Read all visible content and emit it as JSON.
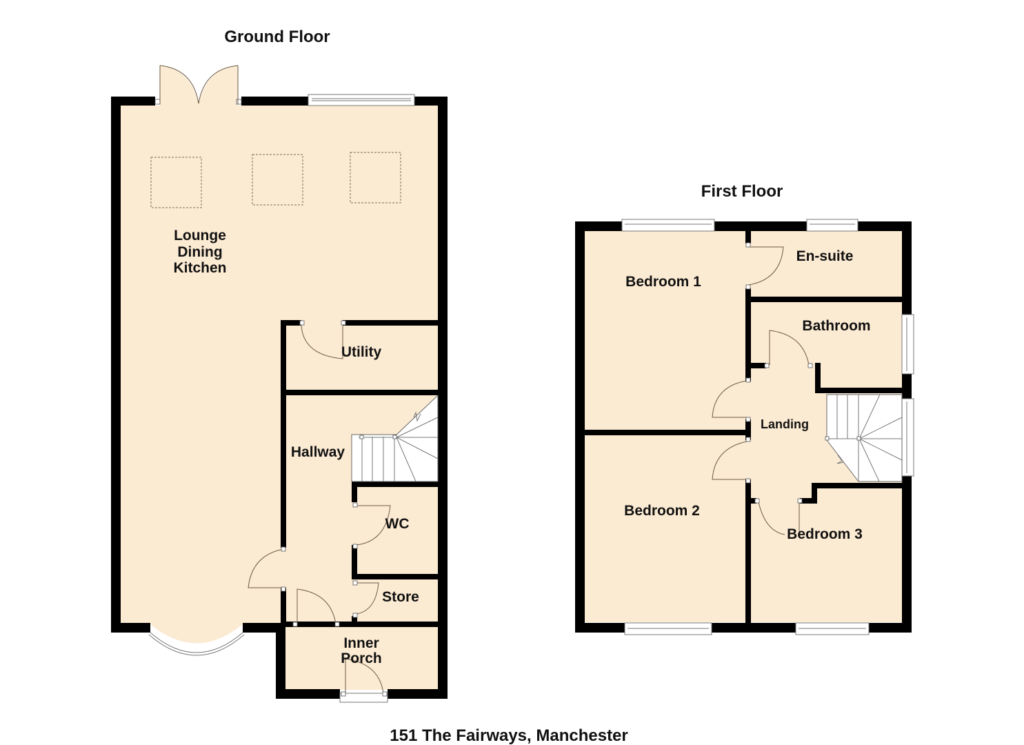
{
  "plan": {
    "address": "151 The Fairways, Manchester",
    "colors": {
      "floor": "#fcebd3",
      "wall": "#000000",
      "background": "#ffffff"
    },
    "ground_floor": {
      "title": "Ground Floor",
      "rooms": {
        "lounge_line1": "Lounge",
        "lounge_line2": "Dining",
        "lounge_line3": "Kitchen",
        "utility": "Utility",
        "hallway": "Hallway",
        "wc": "WC",
        "store": "Store",
        "porch_line1": "Inner",
        "porch_line2": "Porch"
      }
    },
    "first_floor": {
      "title": "First Floor",
      "rooms": {
        "bedroom1": "Bedroom 1",
        "ensuite": "En-suite",
        "bathroom": "Bathroom",
        "landing": "Landing",
        "bedroom2": "Bedroom 2",
        "bedroom3": "Bedroom 3"
      }
    }
  }
}
